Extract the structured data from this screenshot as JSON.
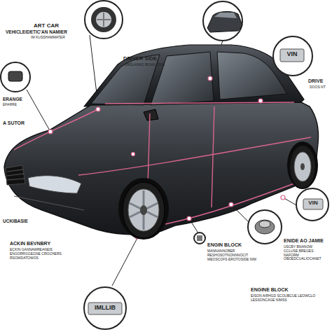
{
  "diagram": {
    "labels": [
      "ART CAR",
      "VEHICLEIDETIC'AN NAMIER",
      "IM KUSSHAMMATER",
      "DRIVER SIDE",
      "LMDLANNO BOAN JSLN",
      "VIN",
      "DRIVE",
      "DOOS NT",
      "ERANGE",
      "EFARRE",
      "A SUTOR",
      "UCKIBASIE",
      "VIN",
      "ACKIN BEVNBRY",
      "ECKIN GANNAWREANEIS ENGORRGGEGNE CROCHERS RSOWDATOWOS",
      "ENGIN BLOCK",
      "MANNANNOBER RESHOSOTNONNNOCIT MEOSCOFS EROTOSIDE NIM",
      "ENIDE AO JAMIE",
      "USCBY BNANOW CCLUSE BREGES NAFORM OBOEDCUALIOCANET",
      "ENGINE BLOCK",
      "EISON AIRHGD SCOUBCUE LEOWCLO LESSONCAGE NIMSS",
      "IMLLIB"
    ]
  }
}
